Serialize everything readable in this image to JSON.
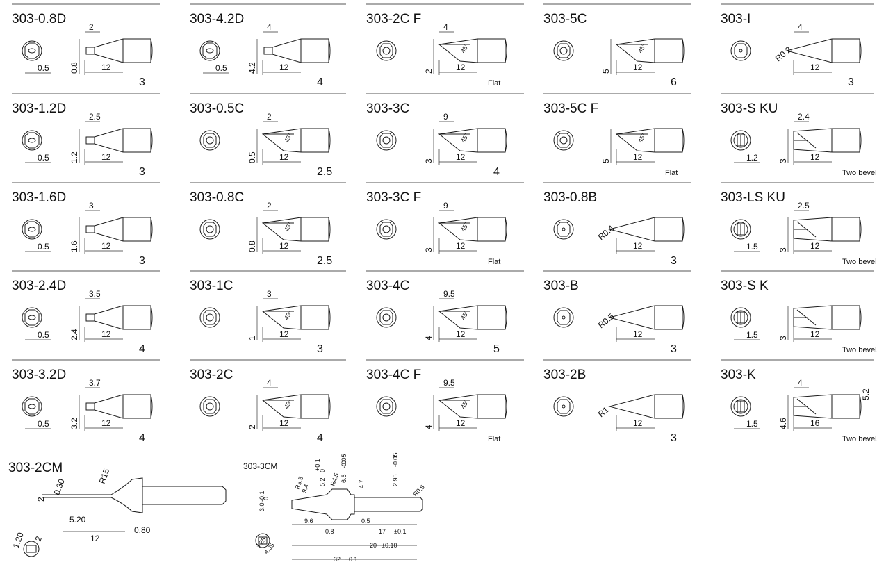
{
  "cells": [
    {
      "title": "303-0.8D",
      "a": "2",
      "b": "0.5",
      "c": "0.8",
      "len": "12",
      "count": "3",
      "note": "",
      "kind": "D"
    },
    {
      "title": "303-4.2D",
      "a": "4",
      "b": "0.5",
      "c": "4.2",
      "len": "12",
      "count": "4",
      "note": "",
      "kind": "D"
    },
    {
      "title": "303-2C F",
      "a": "4",
      "b": "",
      "c": "2",
      "len": "12",
      "count": "",
      "note": "Flat",
      "kind": "CF"
    },
    {
      "title": "303-5C",
      "a": "",
      "b": "",
      "c": "5",
      "len": "12",
      "count": "6",
      "note": "",
      "kind": "C"
    },
    {
      "title": "303-I",
      "a": "4",
      "b": "R0.2",
      "c": "",
      "len": "12",
      "count": "3",
      "note": "",
      "kind": "B"
    },
    {
      "title": "303-1.2D",
      "a": "2.5",
      "b": "0.5",
      "c": "1.2",
      "len": "12",
      "count": "3",
      "note": "",
      "kind": "D"
    },
    {
      "title": "303-0.5C",
      "a": "2",
      "b": "",
      "c": "0.5",
      "len": "12",
      "count": "2.5",
      "note": "",
      "kind": "C"
    },
    {
      "title": "303-3C",
      "a": "9",
      "b": "",
      "c": "3",
      "len": "12",
      "count": "4",
      "note": "",
      "kind": "C"
    },
    {
      "title": "303-5C F",
      "a": "",
      "b": "",
      "c": "5",
      "len": "12",
      "count": "",
      "note": "Flat",
      "kind": "CF"
    },
    {
      "title": "303-S KU",
      "a": "2.4",
      "b": "1.2",
      "c": "3",
      "len": "12",
      "count": "",
      "note": "Two bevels",
      "kind": "K"
    },
    {
      "title": "303-1.6D",
      "a": "3",
      "b": "0.5",
      "c": "1.6",
      "len": "12",
      "count": "3",
      "note": "",
      "kind": "D"
    },
    {
      "title": "303-0.8C",
      "a": "2",
      "b": "",
      "c": "0.8",
      "len": "12",
      "count": "2.5",
      "note": "",
      "kind": "C"
    },
    {
      "title": "303-3C F",
      "a": "9",
      "b": "",
      "c": "3",
      "len": "12",
      "count": "",
      "note": "Flat",
      "kind": "CF"
    },
    {
      "title": "303-0.8B",
      "a": "",
      "b": "R0.4",
      "c": "",
      "len": "12",
      "count": "3",
      "note": "",
      "kind": "B"
    },
    {
      "title": "303-LS KU",
      "a": "2.5",
      "b": "1.5",
      "c": "3",
      "len": "12",
      "count": "",
      "note": "Two bevels",
      "kind": "K"
    },
    {
      "title": "303-2.4D",
      "a": "3.5",
      "b": "0.5",
      "c": "2.4",
      "len": "12",
      "count": "4",
      "note": "",
      "kind": "D"
    },
    {
      "title": "303-1C",
      "a": "3",
      "b": "",
      "c": "1",
      "len": "12",
      "count": "3",
      "note": "",
      "kind": "C"
    },
    {
      "title": "303-4C",
      "a": "9.5",
      "b": "",
      "c": "4",
      "len": "12",
      "count": "5",
      "note": "",
      "kind": "C"
    },
    {
      "title": "303-B",
      "a": "",
      "b": "R0.5",
      "c": "",
      "len": "12",
      "count": "3",
      "note": "",
      "kind": "B"
    },
    {
      "title": "303-S K",
      "a": "",
      "b": "1.5",
      "c": "3",
      "len": "12",
      "count": "",
      "note": "Two bevels",
      "kind": "K"
    },
    {
      "title": "303-3.2D",
      "a": "3.7",
      "b": "0.5",
      "c": "3.2",
      "len": "12",
      "count": "4",
      "note": "",
      "kind": "D"
    },
    {
      "title": "303-2C",
      "a": "4",
      "b": "",
      "c": "2",
      "len": "12",
      "count": "4",
      "note": "",
      "kind": "C"
    },
    {
      "title": "303-4C F",
      "a": "9.5",
      "b": "",
      "c": "4",
      "len": "12",
      "count": "",
      "note": "Flat",
      "kind": "CF"
    },
    {
      "title": "303-2B",
      "a": "",
      "b": "R1",
      "c": "",
      "len": "12",
      "count": "3",
      "note": "",
      "kind": "B"
    },
    {
      "title": "303-K",
      "a": "4",
      "b": "1.5",
      "c": "4.6",
      "len": "16",
      "count": "",
      "note": "Two bevels",
      "kind": "K",
      "extra": "5.2"
    }
  ],
  "angle_label": "45°",
  "cm1": {
    "title": "303-2CM",
    "labels": [
      "R15",
      "0.30",
      "2",
      "5.20",
      "12",
      "0.80",
      "1.20",
      "2"
    ]
  },
  "cm2": {
    "title": "303-3CM",
    "labels": [
      "3.0",
      "-0.1",
      "0",
      "R3.5",
      "9.4",
      "5.2",
      "+0.1",
      "0",
      "R4.5",
      "6.6",
      "-0.05",
      "0",
      "4.7",
      "2.95",
      "-0.05",
      "0",
      "R0.5",
      "9.6",
      "0.8",
      "0.5",
      "17",
      "±0.1",
      "20",
      "±0.10",
      "32",
      "±0.1",
      "3.25",
      "4.35"
    ]
  }
}
